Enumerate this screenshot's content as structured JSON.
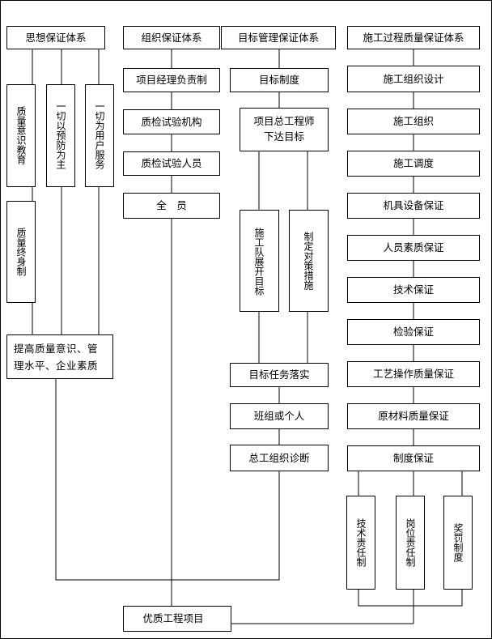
{
  "columns": {
    "thought": {
      "header": "思想保证体系",
      "v1": "质量意识教育",
      "v2": "一切以预防为主",
      "v3": "一切为用户服务",
      "v4": "质量终身制",
      "summary_line1": "提高质量意识、管",
      "summary_line2": "理水平、企业素质"
    },
    "organization": {
      "header": "组织保证体系",
      "items": [
        "项目经理负责制",
        "质检试验机构",
        "质检试验人员",
        "全　员"
      ]
    },
    "target": {
      "header": "目标管理保证体系",
      "item1": "目标制度",
      "item2_line1": "项目总工程师",
      "item2_line2": "下达目标",
      "v1": "施工队展开目标",
      "v2": "制定对策措施",
      "items_after": [
        "目标任务落实",
        "班组或个人",
        "总工组织诊断"
      ]
    },
    "process": {
      "header": "施工过程质量保证体系",
      "items": [
        "施工组织设计",
        "施工组织",
        "施工调度",
        "机具设备保证",
        "人员素质保证",
        "技术保证",
        "检验保证",
        "工艺操作质量保证",
        "原材料质量保证",
        "制度保证"
      ],
      "v1": "技术责任制",
      "v2": "岗位责任制",
      "v3": "奖罚制度"
    }
  },
  "result": "优质工程项目"
}
